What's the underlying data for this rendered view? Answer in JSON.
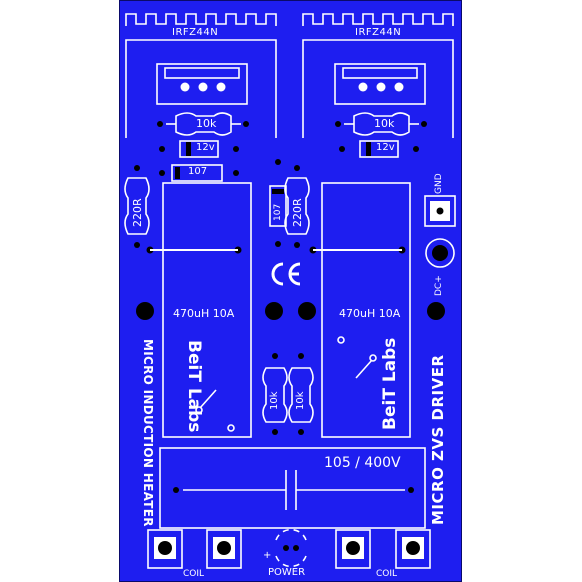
{
  "board": {
    "color_board": "#1e1ef0",
    "color_silk": "#ffffff",
    "color_pad": "#000000",
    "color_copper": "#e8e8e8"
  },
  "labels": {
    "mosfet_left": "IRFZ44N",
    "mosfet_right": "IRFZ44N",
    "res_10k_left": "10k",
    "res_10k_right": "10k",
    "zener_left": "12v",
    "zener_right": "12v",
    "res_107_top": "107",
    "res_107_mid": "107",
    "res_220_left": "220R",
    "res_220_right": "220R",
    "gnd": "GND",
    "dc_plus": "DC+",
    "inductor_left": "470uH 10A",
    "inductor_right": "470uH 10A",
    "ce_mark": "CE",
    "res_10k_c1": "10k",
    "res_10k_c2": "10k",
    "capacitor": "105 / 400V",
    "side_left": "MICRO INDUCTION HEATER",
    "side_right": "MICRO ZVS DRIVER",
    "coil_left": "COIL",
    "coil_right": "COIL",
    "power": "POWER",
    "power_plus": "+",
    "logo_left": "BeiT Labs",
    "logo_right": "BeiT Labs"
  }
}
